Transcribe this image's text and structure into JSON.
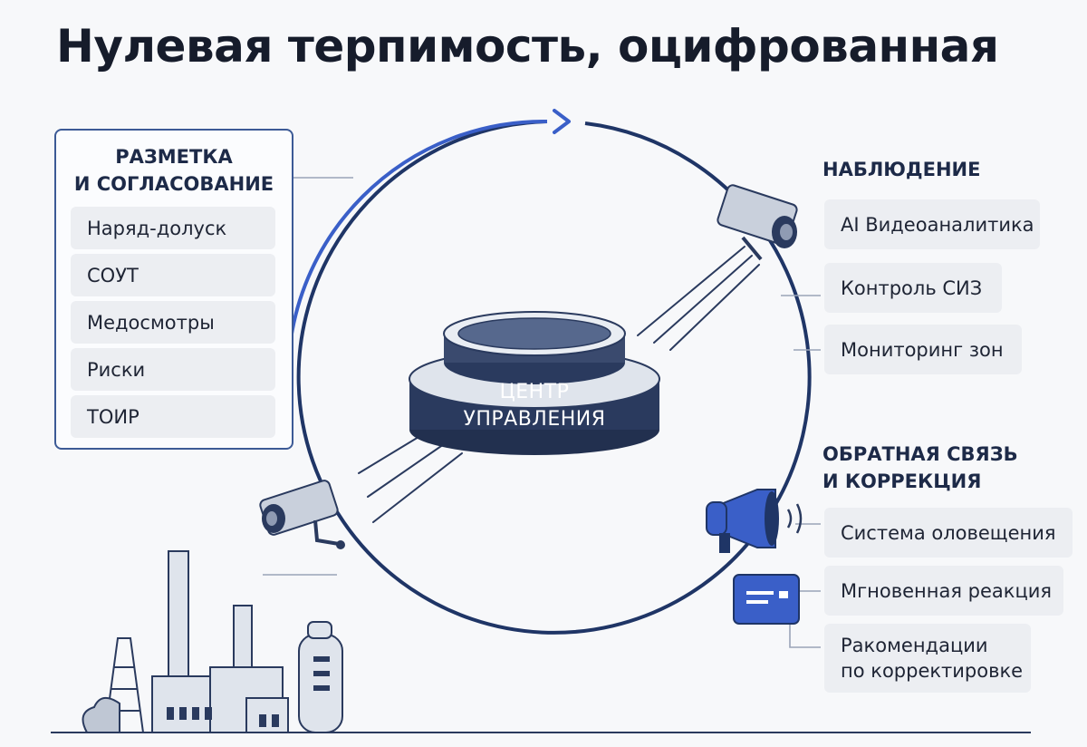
{
  "title": "Нулевая терпимость, оцифрованная",
  "colors": {
    "ring": "#1f3566",
    "accent_blue": "#3a5fc8",
    "panel_border": "#3c5a96",
    "item_bg": "#eceef2",
    "hub_dark": "#2a3a5e"
  },
  "left_panel": {
    "heading_line1": "РАЗМЕТКА",
    "heading_line2": "И СОГЛАСОВАНИЕ",
    "items": [
      "Наряд-долуск",
      "СОУТ",
      "Медосмотры",
      "Риски",
      "ТОИР"
    ]
  },
  "observation": {
    "heading": "НАБЛЮДЕНИЕ",
    "items": [
      "AI Видеоаналитика",
      "Контроль СИЗ",
      "Мониторинг зон"
    ]
  },
  "feedback": {
    "heading_line1": "ОБРАТНАЯ СВЯЗЬ",
    "heading_line2": "И КОРРЕКЦИЯ",
    "items": [
      "Система оловещения",
      "Мгновенная реакция"
    ],
    "last_item_line1": "Ракомендации",
    "last_item_line2": "по корректировке"
  },
  "center": {
    "line1": "ЦЕНТР",
    "line2": "УПРАВЛЕНИЯ"
  },
  "icons": [
    "cctv-camera-icon",
    "cctv-camera-icon",
    "megaphone-icon",
    "message-card-icon",
    "factory-icon",
    "arrow-right-icon"
  ]
}
